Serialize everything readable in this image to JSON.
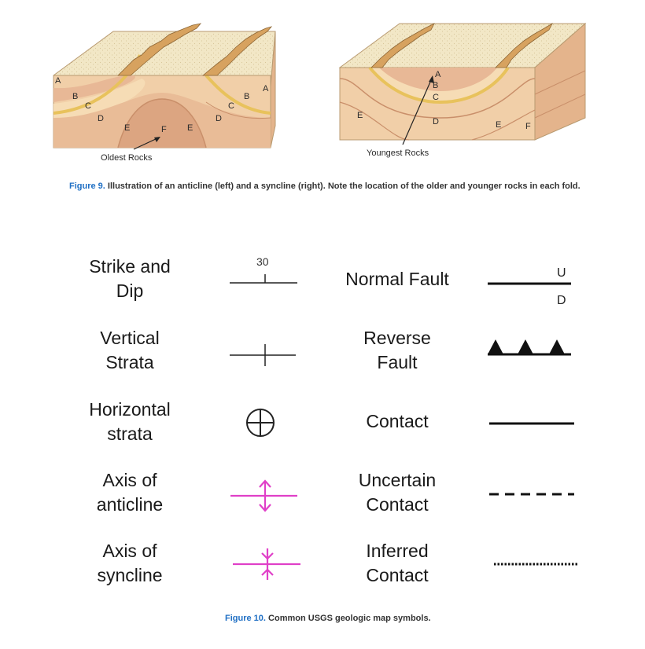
{
  "figure9": {
    "anticline": {
      "layer_letters": [
        "A",
        "B",
        "C",
        "D",
        "E",
        "F",
        "E",
        "D",
        "C",
        "B",
        "A"
      ],
      "annotation": "Oldest Rocks"
    },
    "syncline": {
      "layer_letters": [
        "A",
        "B",
        "C",
        "D",
        "E",
        "E",
        "F"
      ],
      "annotation": "Youngest Rocks"
    },
    "caption_label": "Figure 9.",
    "caption_text": " Illustration of an anticline (left) and a syncline (right). Note the location of the older and younger rocks in each fold."
  },
  "symbols": {
    "left": [
      {
        "line1": "Strike and",
        "line2": "Dip",
        "extra": "30"
      },
      {
        "line1": "Vertical",
        "line2": "Strata"
      },
      {
        "line1": "Horizontal",
        "line2": "strata"
      },
      {
        "line1": "Axis of",
        "line2": "anticline"
      },
      {
        "line1": "Axis of",
        "line2": "syncline"
      }
    ],
    "right": [
      {
        "line1": "Normal Fault",
        "up": "U",
        "down": "D"
      },
      {
        "line1": "Reverse",
        "line2": "Fault"
      },
      {
        "line1": "Contact"
      },
      {
        "line1": "Uncertain",
        "line2": "Contact"
      },
      {
        "line1": "Inferred",
        "line2": "Contact"
      }
    ],
    "axis_color": "#e040c8"
  },
  "figure10": {
    "caption_label": "Figure 10.",
    "caption_text": " Common USGS geologic map symbols."
  }
}
